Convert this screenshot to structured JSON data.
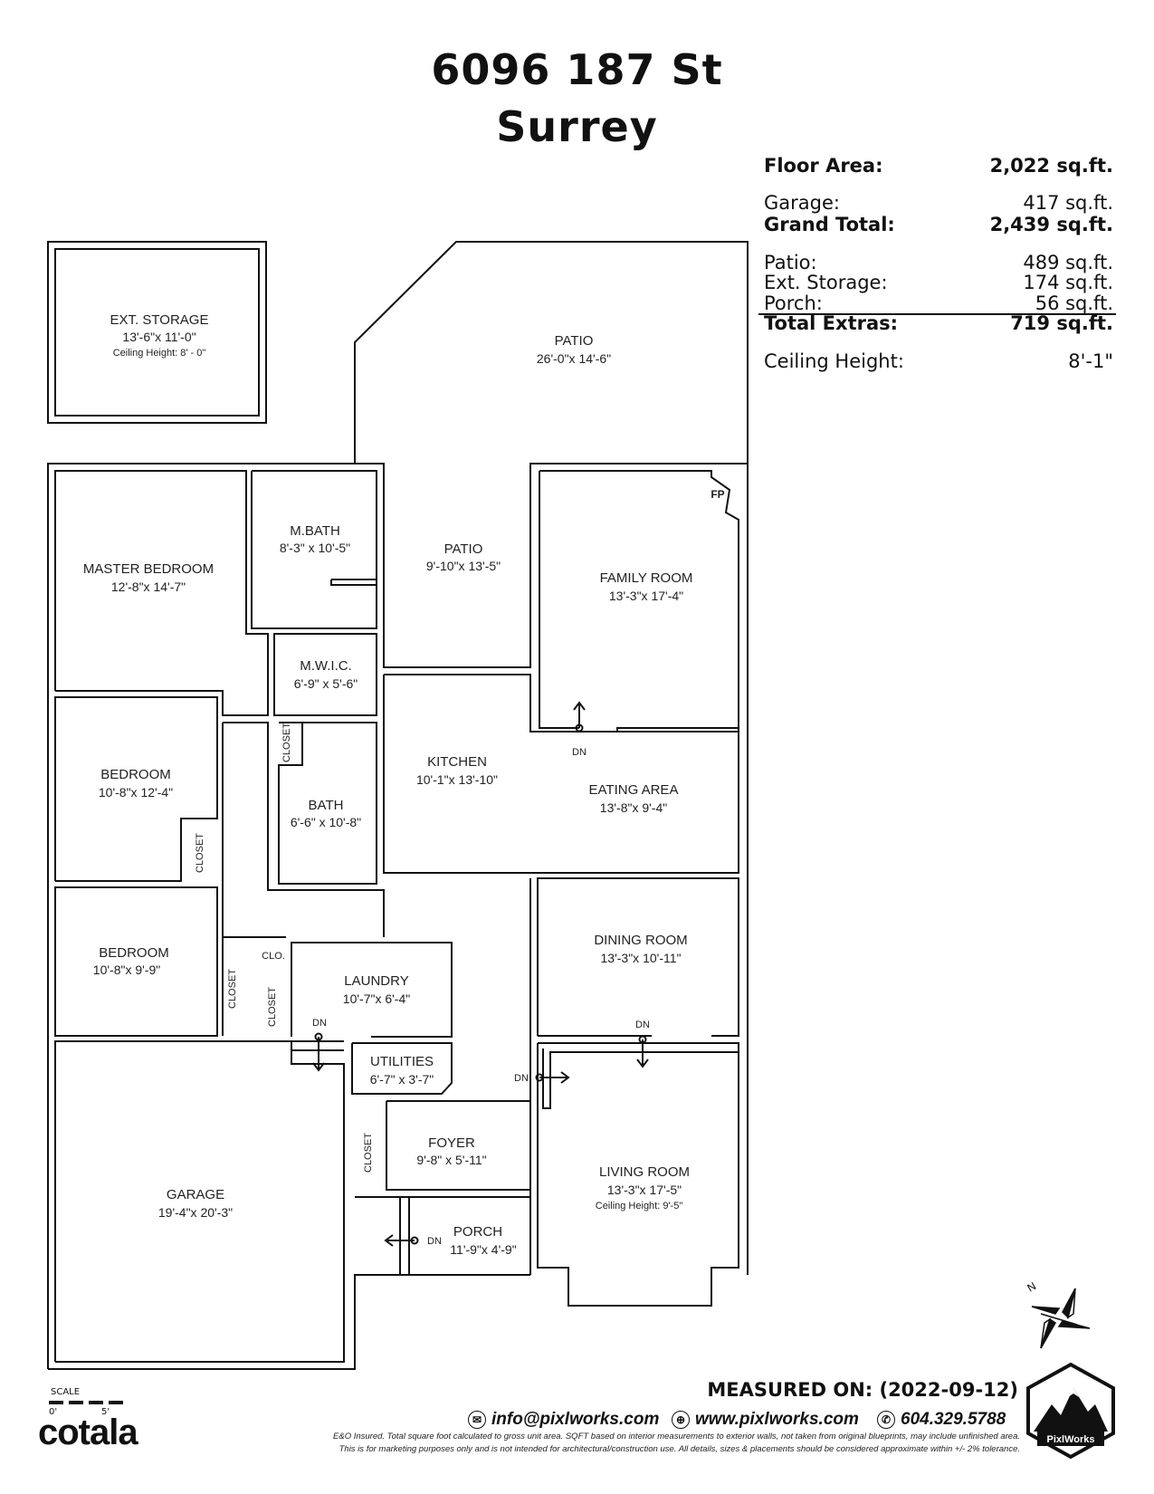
{
  "header": {
    "address_line": "6096 187 St",
    "city": "Surrey"
  },
  "areas": {
    "floor_area": {
      "label": "Floor Area:",
      "value": "2,022 sq.ft."
    },
    "garage": {
      "label": "Garage:",
      "value": "417 sq.ft."
    },
    "grand_total": {
      "label": "Grand Total:",
      "value": "2,439 sq.ft."
    },
    "patio": {
      "label": "Patio:",
      "value": "489 sq.ft."
    },
    "ext_storage": {
      "label": "Ext. Storage:",
      "value": "174 sq.ft."
    },
    "porch": {
      "label": "Porch:",
      "value": "56 sq.ft."
    },
    "total_extras": {
      "label": "Total Extras:",
      "value": "719 sq.ft."
    },
    "ceiling_height": {
      "label": "Ceiling Height:",
      "value": "8'-1\""
    }
  },
  "rooms": {
    "ext_storage": {
      "name": "EXT. STORAGE",
      "dims": "13'-6\"x 11'-0\"",
      "note": "Ceiling Height: 8' - 0\""
    },
    "patio_top": {
      "name": "PATIO",
      "dims": "26'-0\"x 14'-6\""
    },
    "mbath": {
      "name": "M.BATH",
      "dims": "8'-3\" x 10'-5\""
    },
    "patio_mid": {
      "name": "PATIO",
      "dims": "9'-10\"x 13'-5\""
    },
    "family_room": {
      "name": "FAMILY ROOM",
      "dims": "13'-3\"x 17'-4\""
    },
    "fireplace": "FP",
    "master_bedroom": {
      "name": "MASTER BEDROOM",
      "dims": "12'-8\"x 14'-7\""
    },
    "mwic": {
      "name": "M.W.I.C.",
      "dims": "6'-9\" x 5'-6\""
    },
    "kitchen": {
      "name": "KITCHEN",
      "dims": "10'-1\"x 13'-10\""
    },
    "eating_area": {
      "name": "EATING AREA",
      "dims": "13'-8\"x 9'-4\""
    },
    "bedroom1": {
      "name": "BEDROOM",
      "dims": "10'-8\"x 12'-4\""
    },
    "bath": {
      "name": "BATH",
      "dims": "6'-6\" x 10'-8\""
    },
    "dining_room": {
      "name": "DINING ROOM",
      "dims": "13'-3\"x 10'-11\""
    },
    "bedroom2": {
      "name": "BEDROOM",
      "dims": "10'-8\"x 9'-9\""
    },
    "laundry": {
      "name": "LAUNDRY",
      "dims": "10'-7\"x 6'-4\""
    },
    "utilities": {
      "name": "UTILITIES",
      "dims": "6'-7\" x 3'-7\""
    },
    "foyer": {
      "name": "FOYER",
      "dims": "9'-8\" x 5'-11\""
    },
    "living_room": {
      "name": "LIVING ROOM",
      "dims": "13'-3\"x 17'-5\"",
      "note": "Ceiling Height: 9'-5\""
    },
    "garage": {
      "name": "GARAGE",
      "dims": "19'-4\"x 20'-3\""
    },
    "porch": {
      "name": "PORCH",
      "dims": "11'-9\"x 4'-9\""
    }
  },
  "labels": {
    "closet": "CLOSET",
    "clo": "CLO.",
    "dn": "DN"
  },
  "footer": {
    "scale_label": "SCALE",
    "scale_start": "0'",
    "scale_end": "5'",
    "brand": "cotala",
    "measured_on": "MEASURED ON: (2022-09-12)",
    "email": "info@pixlworks.com",
    "website": "www.pixlworks.com",
    "phone": "604.329.5788",
    "disclaimer_1": "E&O Insured. Total square foot calculated to gross unit area. SQFT based on interior measurements to exterior walls, not taken from original blueprints, may include unfinished area.",
    "disclaimer_2": "This is for marketing purposes only and is not intended for architectural/construction use. All details, sizes & placements should be considered approximate within +/- 2% tolerance.",
    "logo_text": "PixlWorks"
  },
  "compass": {
    "north": "N"
  },
  "colors": {
    "ink": "#111111",
    "background": "#ffffff"
  }
}
